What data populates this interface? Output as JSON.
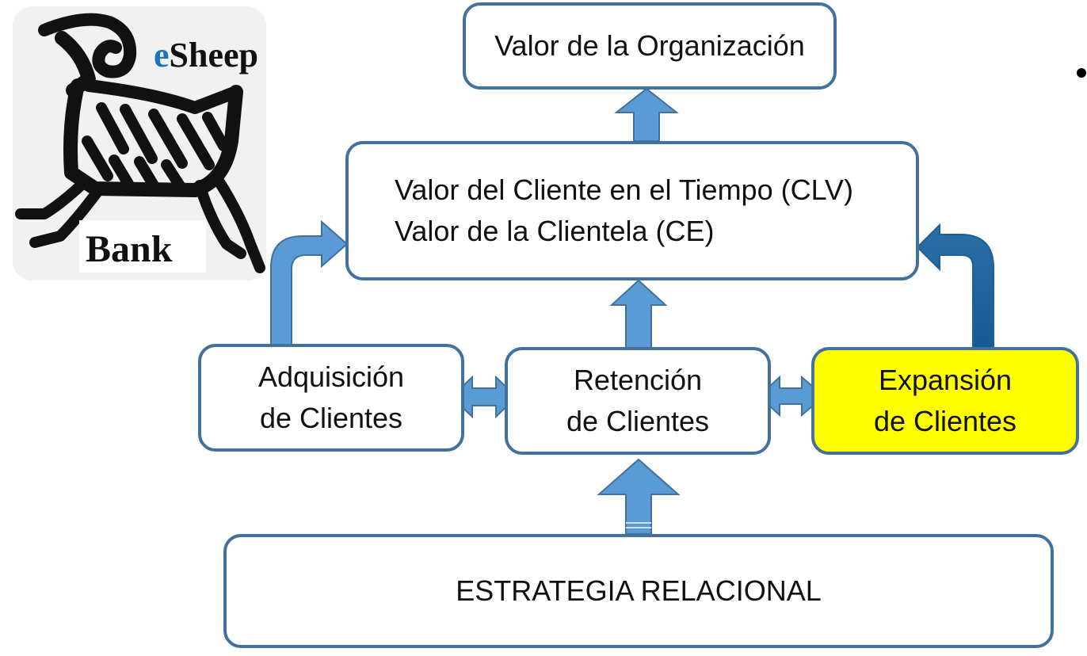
{
  "logo": {
    "brand_first": "e",
    "brand_rest": "Sheep",
    "brand_bottom": "Bank",
    "icon": "goat-icon",
    "brand_color": "#1e73be"
  },
  "boxes": {
    "organization_value": [
      "Valor de la Organización"
    ],
    "customer_value": [
      "Valor del Cliente en el Tiempo (CLV)",
      "Valor de la Clientela (CE)"
    ],
    "acquisition": [
      "Adquisición",
      "de Clientes"
    ],
    "retention": [
      "Retención",
      "de Clientes"
    ],
    "expansion": [
      "Expansión",
      "de Clientes"
    ],
    "strategy": [
      "ESTRATEGIA RELACIONAL"
    ]
  },
  "colors": {
    "box_border": "#41719c",
    "arrow_fill": "#5b9bd5",
    "arrow_dark": "#1f5f98",
    "highlight": "#ffff00"
  }
}
